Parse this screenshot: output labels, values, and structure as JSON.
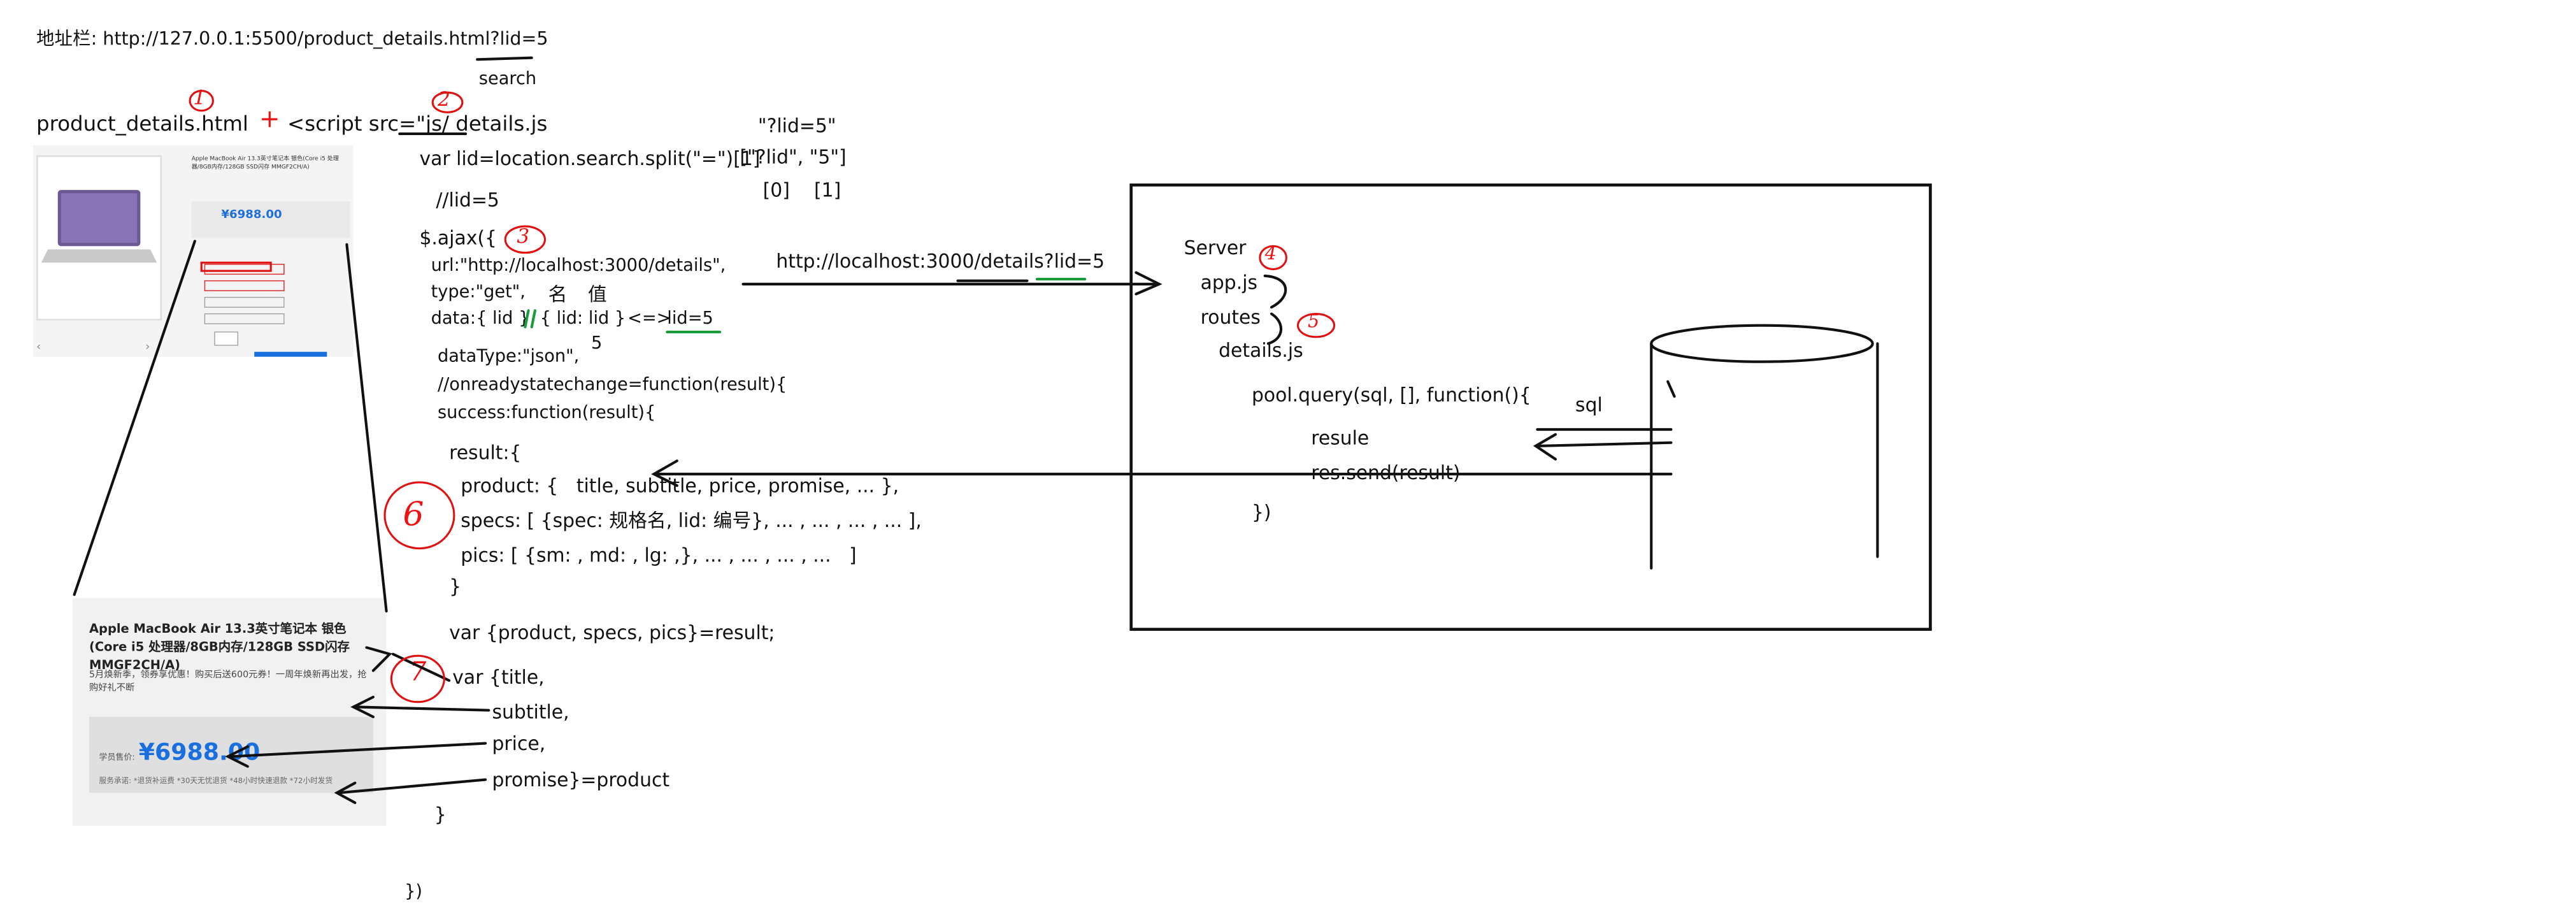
{
  "address": {
    "label": "地址栏: ",
    "url": "http://127.0.0.1:5500/product_details.html?lid=5",
    "search_label": "search"
  },
  "page_file": "product_details.html",
  "plus": "+",
  "script_tag": "<script src=\"js/ details.js",
  "steps": [
    "1",
    "2",
    "3",
    "4",
    "5",
    "6",
    "7"
  ],
  "split": {
    "query_string": "\"?lid=5\"",
    "array": "[\"?lid\", \"5\"]",
    "index0": "[0]",
    "index1": "[1]"
  },
  "code": {
    "split_line": "var lid=location.search.split(\"=\")[1]",
    "comment_lid": "//lid=5",
    "ajax_open": "$.ajax({",
    "url_line": "url:\"http://localhost:3000/details\",",
    "type_line": "type:\"get\",",
    "data_line": "data:{ lid }",
    "data_expand": "{ lid: lid }",
    "eq_sign": "<=>",
    "data_query": "lid=5",
    "name_label": "名",
    "value_label": "值",
    "five": "5",
    "datatype_line": "dataType:\"json\",",
    "readystate_line": "//onreadystatechange=function(result){",
    "success_line": "success:function(result){",
    "result_open": "result:{",
    "product_line": "product: {   title, subtitle, price, promise, ... },",
    "specs_line": "specs: [ {spec: 规格名, lid: 编号}, ... , ... , ... , ... ],",
    "pics_line": "pics: [ {sm: , md: , lg: ,}, ... , ... , ... , ...   ]",
    "result_close": "}",
    "destructure_line": "var {product, specs, pics}=result;",
    "var_title": "var {title,",
    "subtitle_line": "subtitle,",
    "price_line": "price,",
    "promise_line": "promise}=product",
    "close_brace": "}",
    "close_ajax": "})"
  },
  "request": {
    "url": "http://localhost:3000/details?lid=5"
  },
  "server": {
    "title": "Server",
    "app": "app.js",
    "routes": "routes",
    "details": "details.js",
    "query": "pool.query(sql, [], function(){",
    "resule": "resule",
    "send": "res.send(result)",
    "close": "})",
    "sql_label": "sql"
  },
  "thumbnail": {
    "title": "Apple MacBook Air 13.3英寸笔记本 银色(Core i5 处理器/8GB内存/128GB SSD闪存 MMGF2CH/A)",
    "price": "¥6988.00"
  },
  "product": {
    "title": "Apple MacBook Air 13.3英寸笔记本 银色(Core i5 处理器/8GB内存/128GB SSD闪存 MMGF2CH/A)",
    "subtitle": "5月焕新季，领券享优惠！购买后送600元券！一周年焕新再出发，抢购好礼不断",
    "price_label": "学员售价:",
    "price": "¥6988.00",
    "promise": "服务承诺:  *退货补运费  *30天无忧退货  *48小时快速退款  *72小时发货"
  },
  "colors": {
    "ink": "#111111",
    "marker_red": "#e11111",
    "marker_green": "#1a9b3a",
    "price_blue": "#1a6fdf",
    "panel_gray": "#f1f1f1"
  }
}
